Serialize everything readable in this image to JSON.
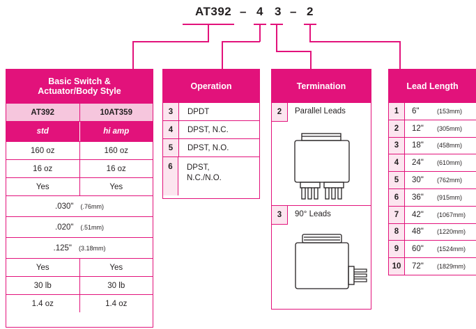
{
  "part_number": {
    "base": "AT392",
    "dash1": "–",
    "op": "4",
    "term": "3",
    "dash2": "–",
    "lead": "2"
  },
  "basic_switch": {
    "title_line1": "Basic Switch &",
    "title_line2": "Actuator/Body Style",
    "col1_header": "AT392",
    "col2_header": "10AT359",
    "col1_type": "std",
    "col2_type": "hi amp",
    "rows": [
      {
        "a": "160 oz",
        "b": "160 oz"
      },
      {
        "a": "16 oz",
        "b": "16 oz"
      },
      {
        "a": "Yes",
        "b": "Yes"
      }
    ],
    "span_rows": [
      {
        "value": ".030\"",
        "mm": "(.76mm)"
      },
      {
        "value": ".020\"",
        "mm": "(.51mm)"
      },
      {
        "value": ".125\"",
        "mm": "(3.18mm)"
      }
    ],
    "rows2": [
      {
        "a": "Yes",
        "b": "Yes"
      },
      {
        "a": "30 lb",
        "b": "30 lb"
      },
      {
        "a": "1.4 oz",
        "b": "1.4 oz"
      }
    ]
  },
  "operation": {
    "title": "Operation",
    "items": [
      {
        "code": "3",
        "label": "DPDT"
      },
      {
        "code": "4",
        "label": "DPST, N.C."
      },
      {
        "code": "5",
        "label": "DPST, N.O."
      },
      {
        "code": "6",
        "label": "DPST,",
        "label2": "N.C./N.O."
      }
    ]
  },
  "termination": {
    "title": "Termination",
    "items": [
      {
        "code": "2",
        "label": "Parallel Leads"
      },
      {
        "code": "3",
        "label": "90° Leads"
      }
    ]
  },
  "lead_length": {
    "title": "Lead Length",
    "items": [
      {
        "code": "1",
        "len": "6\"",
        "mm": "(153mm)"
      },
      {
        "code": "2",
        "len": "12\"",
        "mm": "(305mm)"
      },
      {
        "code": "3",
        "len": "18\"",
        "mm": "(458mm)"
      },
      {
        "code": "4",
        "len": "24\"",
        "mm": "(610mm)"
      },
      {
        "code": "5",
        "len": "30\"",
        "mm": "(762mm)"
      },
      {
        "code": "6",
        "len": "36\"",
        "mm": "(915mm)"
      },
      {
        "code": "7",
        "len": "42\"",
        "mm": "(1067mm)"
      },
      {
        "code": "8",
        "len": "48\"",
        "mm": "(1220mm)"
      },
      {
        "code": "9",
        "len": "60\"",
        "mm": "(1524mm)"
      },
      {
        "code": "10",
        "len": "72\"",
        "mm": "(1829mm)"
      }
    ]
  },
  "colors": {
    "accent": "#e2127b",
    "accent_light": "#f6c6dd",
    "accent_bg": "#fce5ef"
  }
}
